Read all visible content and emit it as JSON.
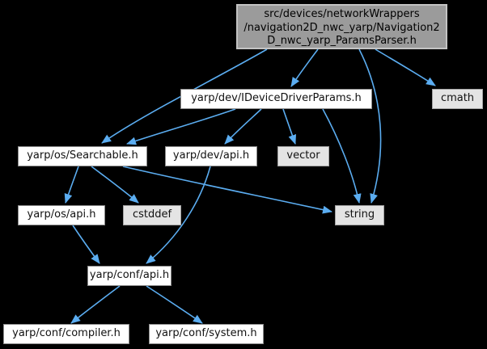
{
  "diagram": {
    "type": "include-dependency-graph",
    "main_node": {
      "line1": "src/devices/networkWrappers",
      "line2": "/navigation2D_nwc_yarp/Navigation2",
      "line3": "D_nwc_yarp_ParamsParser.h"
    },
    "nodes": {
      "idevicedriverparams": {
        "label": "yarp/dev/IDeviceDriverParams.h"
      },
      "cmath": {
        "label": "cmath"
      },
      "searchable": {
        "label": "yarp/os/Searchable.h"
      },
      "dev_api": {
        "label": "yarp/dev/api.h"
      },
      "vector": {
        "label": "vector"
      },
      "os_api": {
        "label": "yarp/os/api.h"
      },
      "cstddef": {
        "label": "cstddef"
      },
      "string": {
        "label": "string"
      },
      "conf_api": {
        "label": "yarp/conf/api.h"
      },
      "conf_compiler": {
        "label": "yarp/conf/compiler.h"
      },
      "conf_system": {
        "label": "yarp/conf/system.h"
      }
    },
    "edges": [
      {
        "from": "main",
        "to": "searchable"
      },
      {
        "from": "main",
        "to": "idevicedriverparams"
      },
      {
        "from": "main",
        "to": "string"
      },
      {
        "from": "main",
        "to": "cmath"
      },
      {
        "from": "idevicedriverparams",
        "to": "searchable"
      },
      {
        "from": "idevicedriverparams",
        "to": "dev_api"
      },
      {
        "from": "idevicedriverparams",
        "to": "vector"
      },
      {
        "from": "idevicedriverparams",
        "to": "string"
      },
      {
        "from": "searchable",
        "to": "os_api"
      },
      {
        "from": "searchable",
        "to": "cstddef"
      },
      {
        "from": "searchable",
        "to": "string"
      },
      {
        "from": "dev_api",
        "to": "conf_api"
      },
      {
        "from": "os_api",
        "to": "conf_api"
      },
      {
        "from": "conf_api",
        "to": "conf_compiler"
      },
      {
        "from": "conf_api",
        "to": "conf_system"
      }
    ],
    "colors": {
      "background": "#000000",
      "edge": "#5badf1",
      "node_fill": "#ffffff",
      "node_border": "#8c8c8c",
      "stdlib_fill": "#e4e4e4",
      "stdlib_border": "#a3a3a3",
      "main_fill": "#9b9b9b",
      "main_border": "#c3c3c3",
      "text": "#000000"
    }
  }
}
